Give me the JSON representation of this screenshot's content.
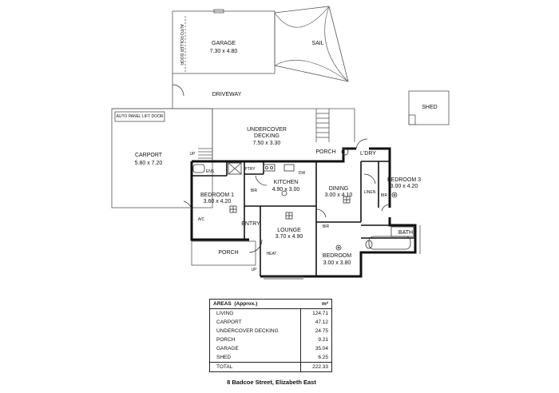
{
  "rooms": {
    "garage": {
      "name": "GARAGE",
      "size": "7.30 x 4.80"
    },
    "auto_roller_door": "AUTO ROLLER DOOR",
    "sail": "SAIL",
    "driveway": "DRIVEWAY",
    "shed": "SHED",
    "auto_panel_lift_door": "AUTO PANEL LIFT DOOR",
    "carport": {
      "name": "CARPORT",
      "size": "5.80 x 7.20"
    },
    "undercover_decking": {
      "name1": "UNDERCOVER",
      "name2": "DECKING",
      "size": "7.50 x 3.30"
    },
    "porch_top": "PORCH",
    "laundry": "L'DRY",
    "kitchen": {
      "name": "KITCHEN",
      "size": "4.90 x 3.00"
    },
    "dining": {
      "name": "DINING",
      "size": "3.00 x 4.10"
    },
    "bedroom3": {
      "name": "BEDROOM 3",
      "size": "3.00 x 4.20"
    },
    "bedroom1": {
      "name": "BEDROOM 1",
      "size": "3.60 x 4.20"
    },
    "entry": "ENTRY",
    "lounge": {
      "name": "LOUNGE",
      "size": "3.70 x 4.90"
    },
    "bath": "BATH",
    "bedroom": {
      "name": "BEDROOM",
      "size": "3.00 x 3.80"
    },
    "porch_bottom": "PORCH",
    "ptry": "PTRY",
    "dw": "DW",
    "bir1": "BIR",
    "bir2": "BIR",
    "bir3": "BIR",
    "linen": "LINEN",
    "ac": "A/C",
    "heat": "HEAT",
    "up1": "UP",
    "up2": "UP",
    "ensuite": "ENS"
  },
  "areas_table": {
    "title": "AREAS",
    "approx": "(Approx.)",
    "unit": "m²",
    "rows": [
      {
        "name": "LIVING",
        "value": "124.71"
      },
      {
        "name": "CARPORT",
        "value": "47.12"
      },
      {
        "name": "UNDERCOVER DECKING",
        "value": "24.75"
      },
      {
        "name": "PORCH",
        "value": "9.21"
      },
      {
        "name": "GARAGE",
        "value": "35.04"
      },
      {
        "name": "SHED",
        "value": "6.25"
      }
    ],
    "total_label": "TOTAL",
    "total_value": "222.33"
  },
  "address": "8 Badcoe Street, Elizabeth East"
}
